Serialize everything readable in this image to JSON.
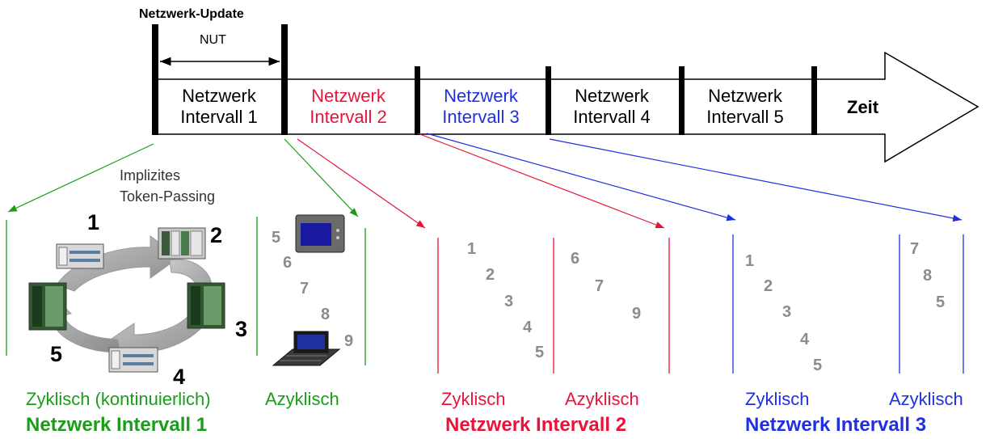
{
  "colors": {
    "interval1": "#1a9e1a",
    "interval2": "#e8143a",
    "interval3": "#2030e0",
    "text_gray": "#8c8c8c",
    "text_black": "#000000"
  },
  "header": {
    "title": "Netzwerk-Update",
    "nut": "NUT"
  },
  "timeline": {
    "cells": [
      {
        "line1": "Netzwerk",
        "line2": "Intervall 1",
        "color": "#000000"
      },
      {
        "line1": "Netzwerk",
        "line2": "Intervall 2",
        "color": "#e8143a"
      },
      {
        "line1": "Netzwerk",
        "line2": "Intervall 3",
        "color": "#2030e0"
      },
      {
        "line1": "Netzwerk",
        "line2": "Intervall 4",
        "color": "#000000"
      },
      {
        "line1": "Netzwerk",
        "line2": "Intervall 5",
        "color": "#000000"
      }
    ],
    "zeit": "Zeit"
  },
  "token": {
    "line1": "Implizites",
    "line2": "Token-Passing",
    "nodes": [
      "1",
      "2",
      "3",
      "4",
      "5"
    ]
  },
  "interval1": {
    "acyclic_numbers": [
      "5",
      "6",
      "7",
      "8",
      "9"
    ],
    "cyclic_label": "Zyklisch (kontinuierlich)",
    "acyclic_label": "Azyklisch",
    "title": "Netzwerk Intervall 1"
  },
  "interval2": {
    "cyclic_numbers": [
      "1",
      "2",
      "3",
      "4",
      "5"
    ],
    "acyclic_numbers": [
      "6",
      "7",
      "9"
    ],
    "cyclic_label": "Zyklisch",
    "acyclic_label": "Azyklisch",
    "title": "Netzwerk Intervall 2"
  },
  "interval3": {
    "cyclic_numbers": [
      "1",
      "2",
      "3",
      "4",
      "5"
    ],
    "acyclic_numbers": [
      "7",
      "8",
      "5"
    ],
    "cyclic_label": "Zyklisch",
    "acyclic_label": "Azyklisch",
    "title": "Netzwerk Intervall 3"
  }
}
